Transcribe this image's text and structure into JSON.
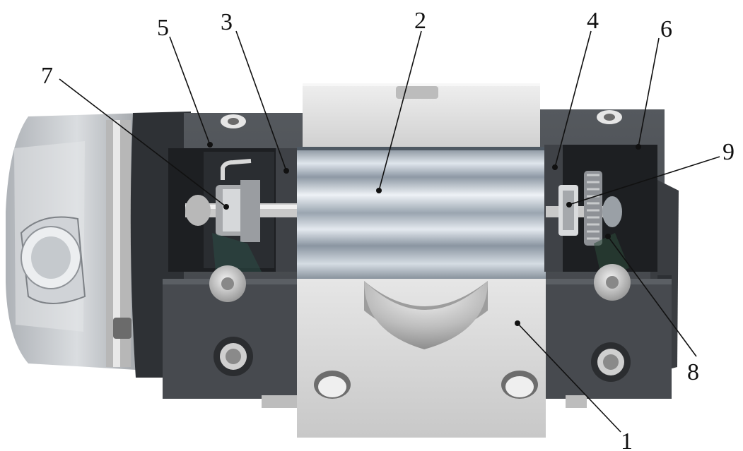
{
  "colors": {
    "housing": "#4a4d52",
    "housing_dark": "#2f3236",
    "housing_light": "#5d6166",
    "aluminum": "#d9d9d9",
    "aluminum_dark": "#a9a9a9",
    "roller_light": "#e9edf2",
    "roller_mid": "#a8b2bd",
    "roller_dark": "#6f7a85",
    "lens": "#c9ccd0",
    "ink": "#111111"
  },
  "callouts": [
    {
      "label": "1",
      "part": "center-mounting-block"
    },
    {
      "label": "2",
      "part": "main-roller-cylinder"
    },
    {
      "label": "3",
      "part": "left-inner-end-cap"
    },
    {
      "label": "4",
      "part": "right-inner-end-cap"
    },
    {
      "label": "5",
      "part": "left-housing-section"
    },
    {
      "label": "6",
      "part": "right-housing-section"
    },
    {
      "label": "7",
      "part": "left-shaft-coupling"
    },
    {
      "label": "8",
      "part": "gear-assembly"
    },
    {
      "label": "9",
      "part": "right-shaft-bearing"
    }
  ]
}
